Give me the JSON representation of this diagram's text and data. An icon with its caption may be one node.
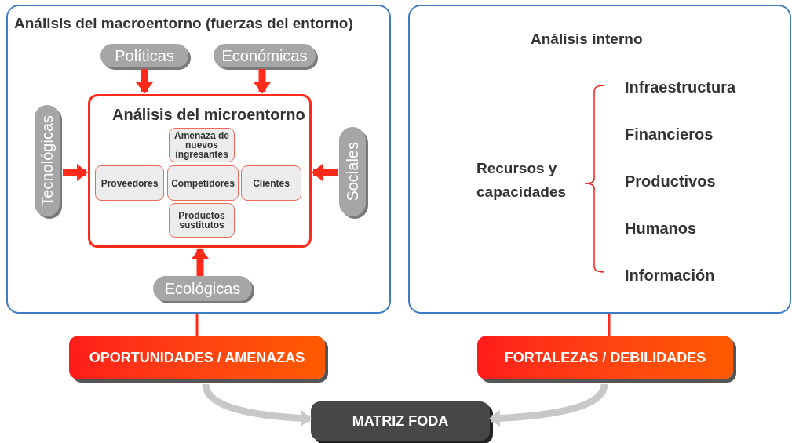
{
  "diagram": {
    "nodes": [
      {
        "text": [
          "Análisis del macroentorno (fuerzas del entorno)"
        ]
      },
      {
        "text": [
          "Políticas"
        ],
        "in": 0
      },
      {
        "text": [
          "Económicas"
        ],
        "in": 0
      },
      {
        "text": [
          "Tecnológicas"
        ],
        "in": 0
      },
      {
        "text": [
          "Análisis del microentorno"
        ],
        "in": 0
      },
      {
        "text": [
          "Amenaza de nuevos ingresantes"
        ],
        "in": 4
      },
      {
        "text": [
          "Proveedores"
        ],
        "in": 4
      },
      {
        "text": [
          "Competidores"
        ],
        "in": 4
      },
      {
        "text": [
          "Clientes"
        ],
        "in": 4
      },
      {
        "text": [
          "Productos sustitutos"
        ],
        "in": 4
      },
      {
        "text": [
          "Sociales"
        ],
        "in": 0
      },
      {
        "text": [
          "Ecológicas"
        ],
        "in": 0
      },
      {
        "text": [
          "Análisis interno"
        ]
      },
      {
        "text": [
          "OPORTUNIDADES / AMENAZAS"
        ]
      },
      {
        "text": [
          "FORTALEZAS / DEBILIDADES"
        ]
      },
      {
        "text": [
          "MATRIZ FODA"
        ]
      }
    ],
    "edges": [
      {
        "from": 1,
        "to": 4,
        "arrow": "to"
      },
      {
        "from": 2,
        "to": 4,
        "arrow": "to"
      },
      {
        "from": 3,
        "to": 4,
        "arrow": "to"
      },
      {
        "from": 10,
        "to": 4,
        "arrow": "to"
      },
      {
        "from": 11,
        "to": 4,
        "arrow": "to"
      },
      {
        "from": 0,
        "to": 13,
        "arrow": "none"
      },
      {
        "from": 12,
        "to": 14,
        "arrow": "none"
      },
      {
        "from": 13,
        "to": 15,
        "arrow": "to",
        "color": "#c8c8c8"
      },
      {
        "from": 14,
        "to": 15,
        "arrow": "to",
        "color": "#c8c8c8"
      }
    ],
    "labels": [
      "Recursos y capacidades",
      "Infraestructura",
      "Financieros",
      "Productivos",
      "Humanos",
      "Información"
    ]
  }
}
